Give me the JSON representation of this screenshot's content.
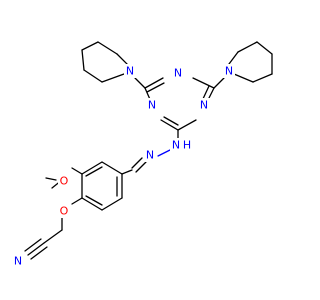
{
  "atom_labels": {
    "n_pip_left": "N",
    "n_pip_right": "N",
    "n_triazine_top": "N",
    "n_triazine_left": "N",
    "n_triazine_right": "N",
    "n_hydrazine_h": "N",
    "h_hydrazine": "H",
    "n_hydrazine_imine": "N",
    "o_methoxy": "O",
    "o_ether": "O",
    "n_nitrile": "N"
  },
  "colors": {
    "nitrogen": "#0000ff",
    "oxygen": "#ff0000",
    "bond": "#000000",
    "background": "#ffffff"
  }
}
